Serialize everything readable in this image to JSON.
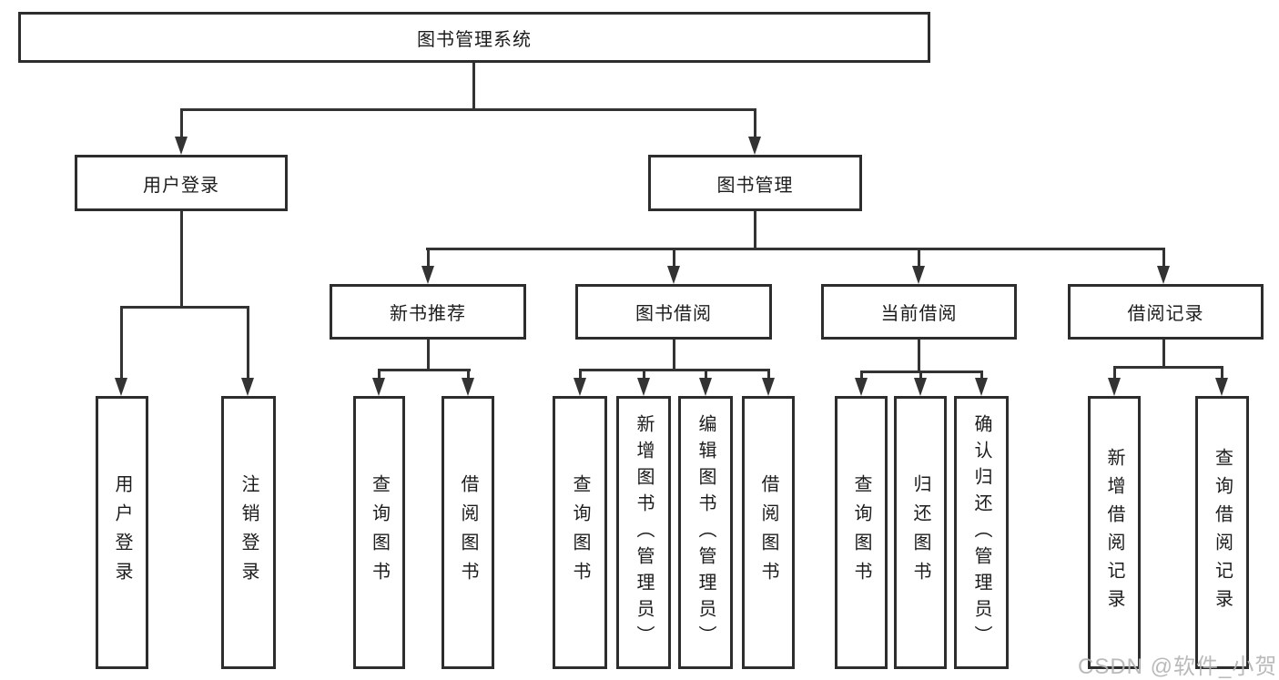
{
  "diagram_title": "图书管理系统",
  "tree": {
    "root": {
      "label": "图书管理系统",
      "children": [
        {
          "label": "用户登录",
          "children": [
            {
              "label": "用户登录"
            },
            {
              "label": "注销登录"
            }
          ]
        },
        {
          "label": "图书管理",
          "children": [
            {
              "label": "新书推荐",
              "children": [
                {
                  "label": "查询图书"
                },
                {
                  "label": "借阅图书"
                }
              ]
            },
            {
              "label": "图书借阅",
              "children": [
                {
                  "label": "查询图书"
                },
                {
                  "label": "新增图书（管理员）"
                },
                {
                  "label": "编辑图书（管理员）"
                },
                {
                  "label": "借阅图书"
                }
              ]
            },
            {
              "label": "当前借阅",
              "children": [
                {
                  "label": "查询图书"
                },
                {
                  "label": "归还图书"
                },
                {
                  "label": "确认归还（管理员）"
                }
              ]
            },
            {
              "label": "借阅记录",
              "children": [
                {
                  "label": "新增借阅记录"
                },
                {
                  "label": "查询借阅记录"
                }
              ]
            }
          ]
        }
      ]
    }
  },
  "watermark": {
    "text": "CSDN @软件_小贺同学"
  },
  "colors": {
    "line": "#333333",
    "border": "#2d2d2d",
    "text": "#1c1c1c",
    "watermark": "#b3b3b3",
    "background": "#ffffff"
  }
}
